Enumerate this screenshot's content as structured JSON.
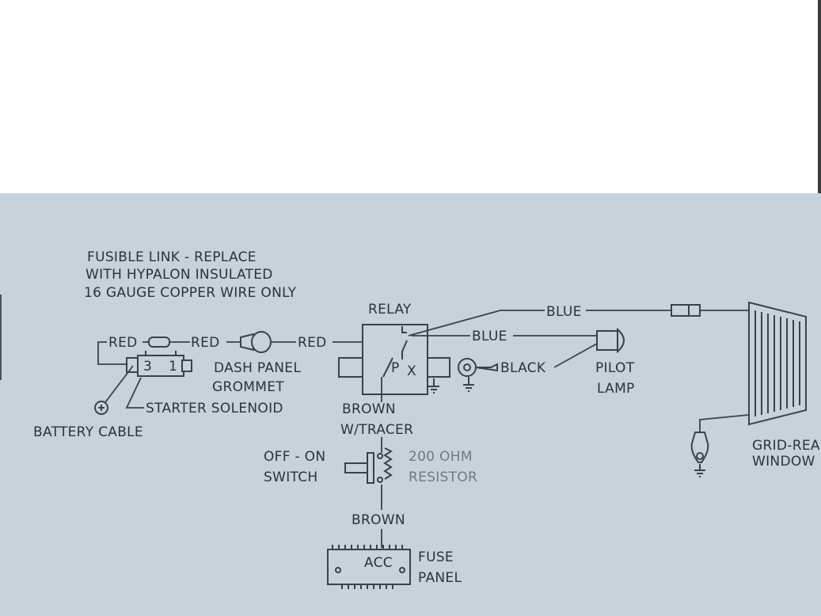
{
  "labels": {
    "fusible_1": "FUSIBLE LINK - REPLACE",
    "fusible_2": "WITH HYPALON INSULATED",
    "fusible_3": "16 GAUGE COPPER WIRE ONLY",
    "relay": "RELAY",
    "blue_1": "BLUE",
    "blue_2": "BLUE",
    "red_1": "RED",
    "red_2": "RED",
    "red_3": "RED",
    "dash_1": "DASH PANEL",
    "dash_2": "GROMMET",
    "starter": "STARTER SOLENOID",
    "battery": "BATTERY CABLE",
    "solenoid_3": "3",
    "solenoid_1": "1",
    "relay_p": "P",
    "relay_x": "X",
    "black": "BLACK",
    "pilot_1": "PILOT",
    "pilot_2": "LAMP",
    "brown_tracer_1": "BROWN",
    "brown_tracer_2": "W/TRACER",
    "switch_1": "OFF - ON",
    "switch_2": "SWITCH",
    "resistor_1": "200 OHM",
    "resistor_2": "RESISTOR",
    "brown": "BROWN",
    "acc": "ACC",
    "fuse_1": "FUSE",
    "fuse_2": "PANEL",
    "grid_1": "GRID-REAR",
    "grid_2": "WINDOW"
  },
  "colors": {
    "paper": "#c7d2da",
    "ink": "#2b333b"
  }
}
